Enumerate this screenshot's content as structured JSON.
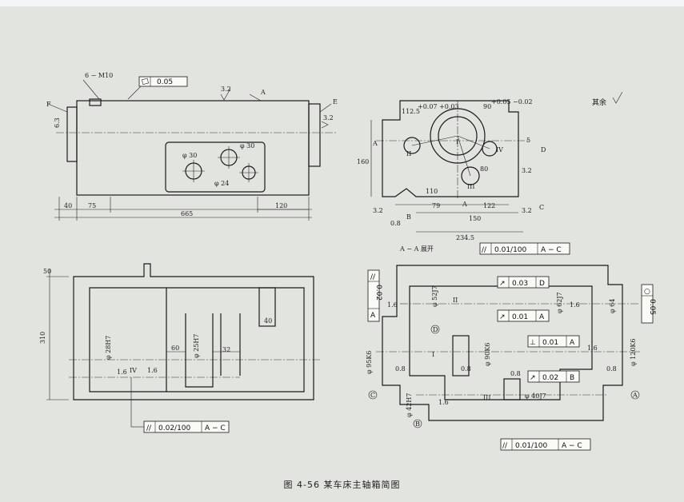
{
  "caption": "图 4-56  某车床主轴箱简图",
  "side_note": "其余",
  "views": {
    "front": {
      "labels": [
        "F",
        "A",
        "E",
        "6 − M10"
      ],
      "flatness": "0.05",
      "roughness": [
        "3.2",
        "6.3",
        "3.2"
      ],
      "hole_dia": [
        "φ 30",
        "φ 30",
        "φ 24"
      ],
      "dims": [
        "40",
        "75",
        "665",
        "120"
      ]
    },
    "side": {
      "dims": [
        "112.5",
        "90",
        "160",
        "5",
        "80",
        "110",
        "79",
        "122",
        "150",
        "234.5"
      ],
      "tol_a": "+0.07 +0.03",
      "tol_b": "+0.05 −0.02",
      "roman": [
        "II",
        "I",
        "IV",
        "III"
      ],
      "labels": [
        "A",
        "D",
        "A",
        "B",
        "C"
      ],
      "roughness": [
        "3.2",
        "0.8",
        "3.2",
        "3.2"
      ]
    },
    "plan": {
      "dims": [
        "50",
        "310",
        "40",
        "60",
        "32"
      ],
      "bores": [
        "φ 28H7",
        "φ 25H7"
      ],
      "roman": "IV",
      "roughness": [
        "1.6",
        "1.6"
      ],
      "parallel_frame": {
        "value": "0.02/100",
        "datum": "A − C"
      }
    },
    "section": {
      "title": "A − A 展开",
      "frames": [
        {
          "symbol": "//",
          "value": "0.01/100",
          "datum": "A − C"
        },
        {
          "symbol": "↗",
          "value": "0.03",
          "datum": "D"
        },
        {
          "symbol": "↗",
          "value": "0.01",
          "datum": "A"
        },
        {
          "symbol": "⊥",
          "value": "0.01",
          "datum": "A"
        },
        {
          "symbol": "↗",
          "value": "0.02",
          "datum": "B"
        },
        {
          "symbol": "//",
          "value": "0.01/100",
          "datum": "A − C"
        }
      ],
      "side_frames": [
        {
          "symbol": "//",
          "value": "0.02",
          "datum": "A"
        },
        {
          "symbol": "○",
          "value": "0.05"
        }
      ],
      "dia": [
        "φ 52J7",
        "φ 62J7",
        "φ 64",
        "φ 90K6",
        "φ 95K6",
        "φ 120K6",
        "φ 40J7",
        "φ 42H7"
      ],
      "roman": [
        "II",
        "I",
        "III"
      ],
      "datums": [
        "D",
        "C",
        "A",
        "B"
      ],
      "roughness": [
        "1.6",
        "1.6",
        "0.8",
        "0.8",
        "1.6",
        "0.8",
        "1.6",
        "0.8"
      ]
    }
  }
}
